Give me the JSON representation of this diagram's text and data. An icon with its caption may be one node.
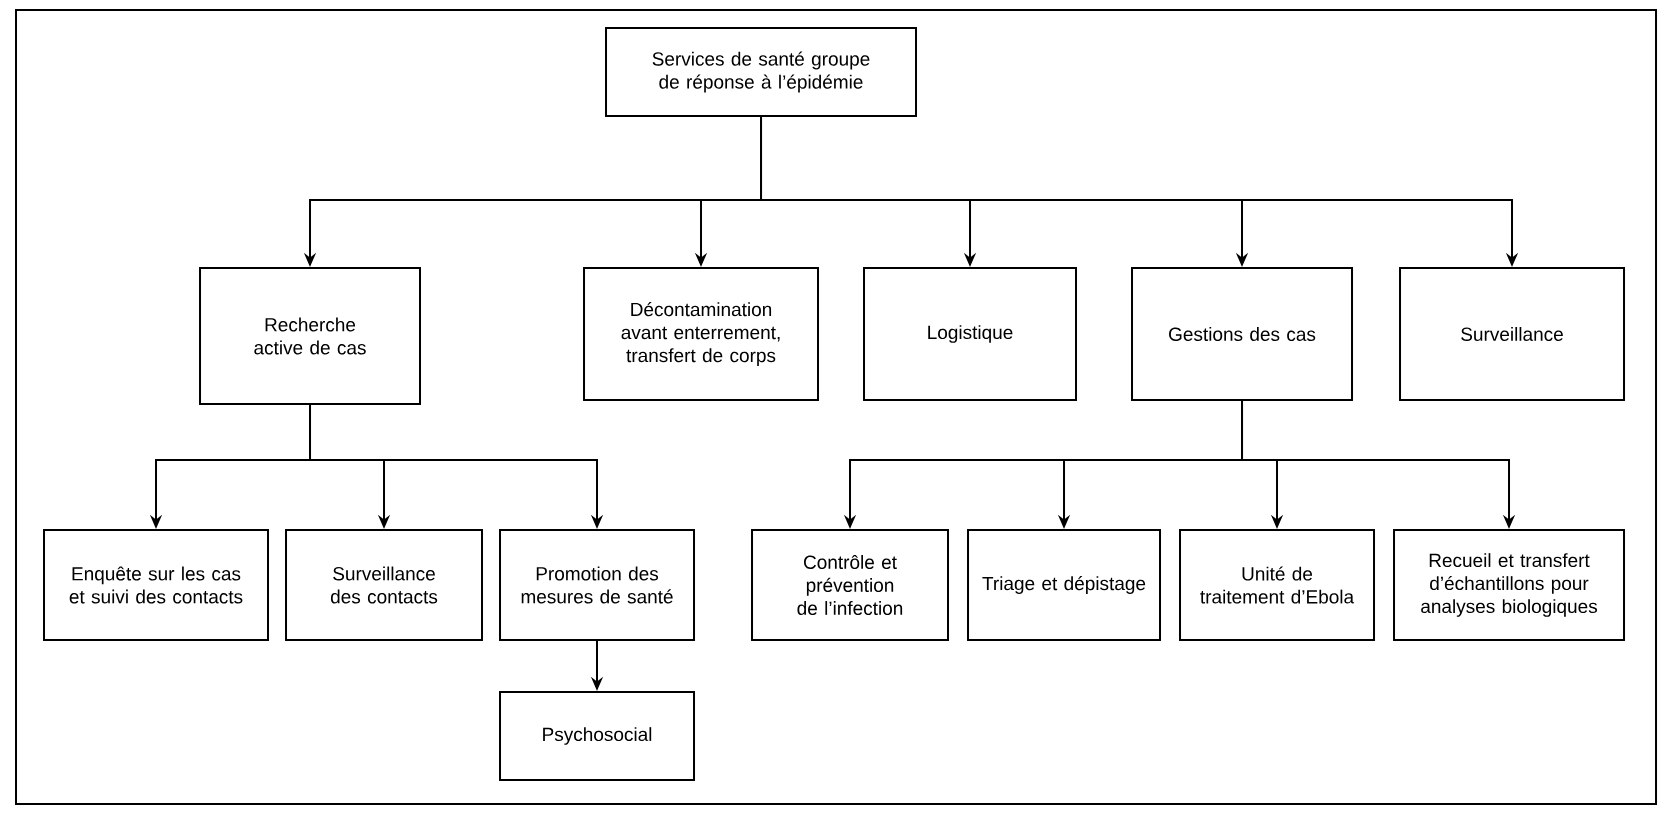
{
  "diagram": {
    "nodes": [
      {
        "text": [
          "Services de santé groupe de réponse à l’épidémie"
        ]
      },
      {
        "text": [
          "Recherche active de cas"
        ]
      },
      {
        "text": [
          "Décontamination avant enterrement, transfert de corps"
        ]
      },
      {
        "text": [
          "Logistique"
        ]
      },
      {
        "text": [
          "Gestions des cas"
        ]
      },
      {
        "text": [
          "Surveillance"
        ]
      },
      {
        "text": [
          "Enquête sur les cas et suivi des contacts"
        ]
      },
      {
        "text": [
          "Surveillance des contacts"
        ]
      },
      {
        "text": [
          "Promotion des mesures de santé"
        ]
      },
      {
        "text": [
          "Psychosocial"
        ]
      },
      {
        "text": [
          "Contrôle et prévention de l’infection"
        ]
      },
      {
        "text": [
          "Triage et dépistage"
        ]
      },
      {
        "text": [
          "Unité de traitement d’Ebola"
        ]
      },
      {
        "text": [
          "Recueil et transfert d’échantillons pour analyses biologiques"
        ]
      }
    ],
    "edges": [
      {
        "from": 0,
        "to": 1,
        "arrow": "to"
      },
      {
        "from": 0,
        "to": 2,
        "arrow": "to"
      },
      {
        "from": 0,
        "to": 3,
        "arrow": "to"
      },
      {
        "from": 0,
        "to": 4,
        "arrow": "to"
      },
      {
        "from": 0,
        "to": 5,
        "arrow": "to"
      },
      {
        "from": 1,
        "to": 6,
        "arrow": "to"
      },
      {
        "from": 1,
        "to": 7,
        "arrow": "to"
      },
      {
        "from": 1,
        "to": 8,
        "arrow": "to"
      },
      {
        "from": 8,
        "to": 9,
        "arrow": "to"
      },
      {
        "from": 4,
        "to": 10,
        "arrow": "to"
      },
      {
        "from": 4,
        "to": 11,
        "arrow": "to"
      },
      {
        "from": 4,
        "to": 12,
        "arrow": "to"
      },
      {
        "from": 4,
        "to": 13,
        "arrow": "to"
      }
    ]
  }
}
